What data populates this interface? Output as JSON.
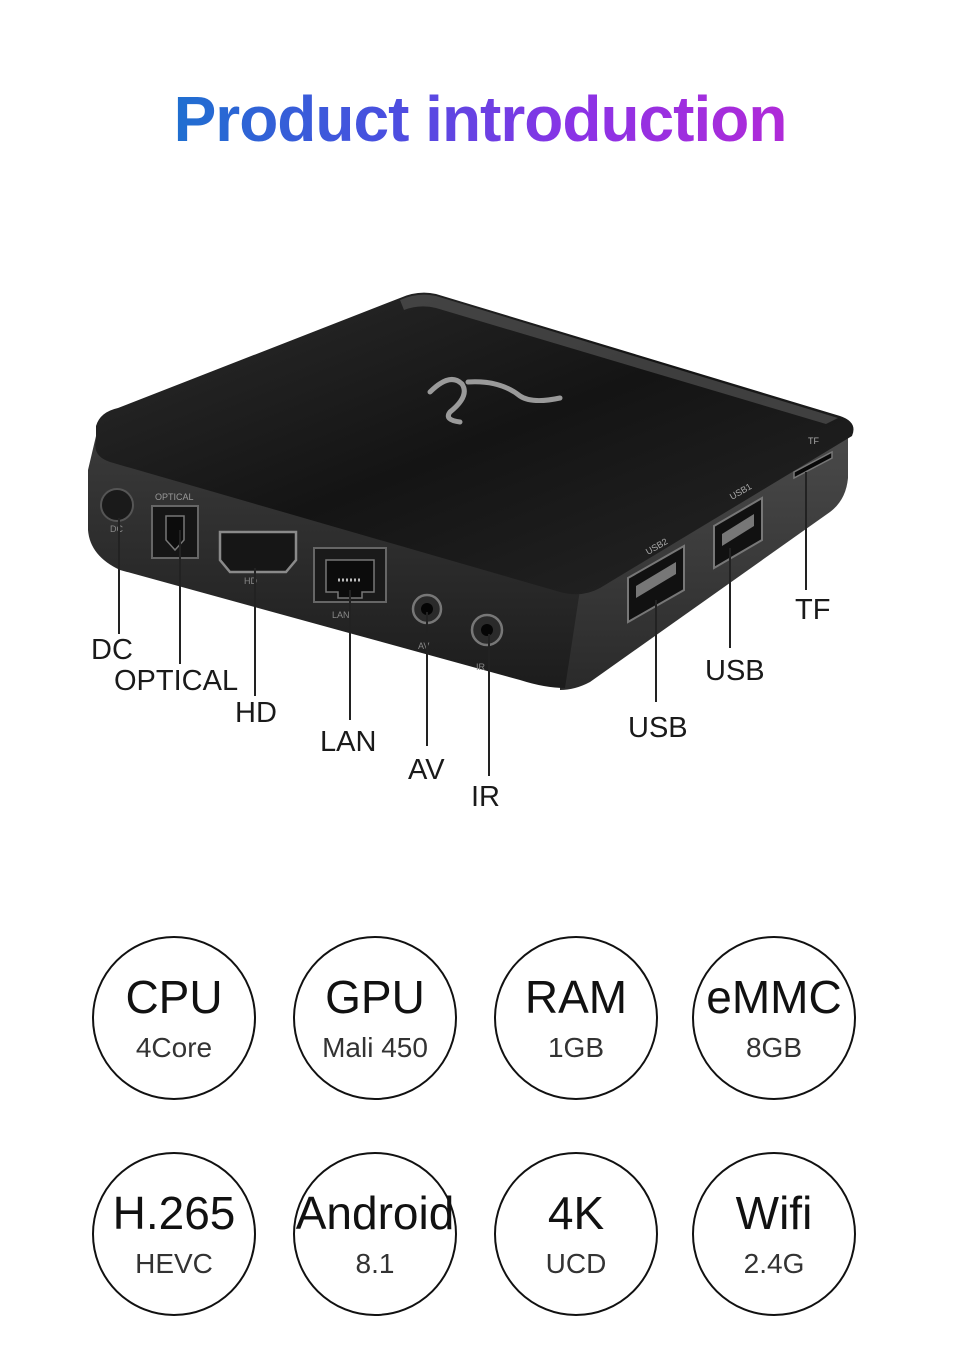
{
  "page": {
    "title": "Product introduction",
    "title_gradient": [
      "#1f6fd0",
      "#8a33e6",
      "#b02ad8"
    ]
  },
  "device": {
    "port_labels": {
      "dc": "DC",
      "optical": "OPTICAL",
      "hd": "HD",
      "lan": "LAN",
      "av": "AV",
      "ir": "IR",
      "usb_left": "USB",
      "usb_right": "USB",
      "tf": "TF"
    },
    "printed_marks": {
      "dc": "DC",
      "optical": "OPTICAL",
      "hd": "HD",
      "lan": "LAN",
      "av": "AV",
      "ir": "IR",
      "usb2": "USB2",
      "usb1": "USB1",
      "tf": "TF"
    }
  },
  "specs": [
    {
      "title": "CPU",
      "sub": "4Core"
    },
    {
      "title": "GPU",
      "sub": "Mali 450"
    },
    {
      "title": "RAM",
      "sub": "1GB"
    },
    {
      "title": "eMMC",
      "sub": "8GB"
    },
    {
      "title": "H.265",
      "sub": "HEVC"
    },
    {
      "title": "Android",
      "sub": "8.1"
    },
    {
      "title": "4K",
      "sub": "UCD"
    },
    {
      "title": "Wifi",
      "sub": "2.4G"
    }
  ]
}
